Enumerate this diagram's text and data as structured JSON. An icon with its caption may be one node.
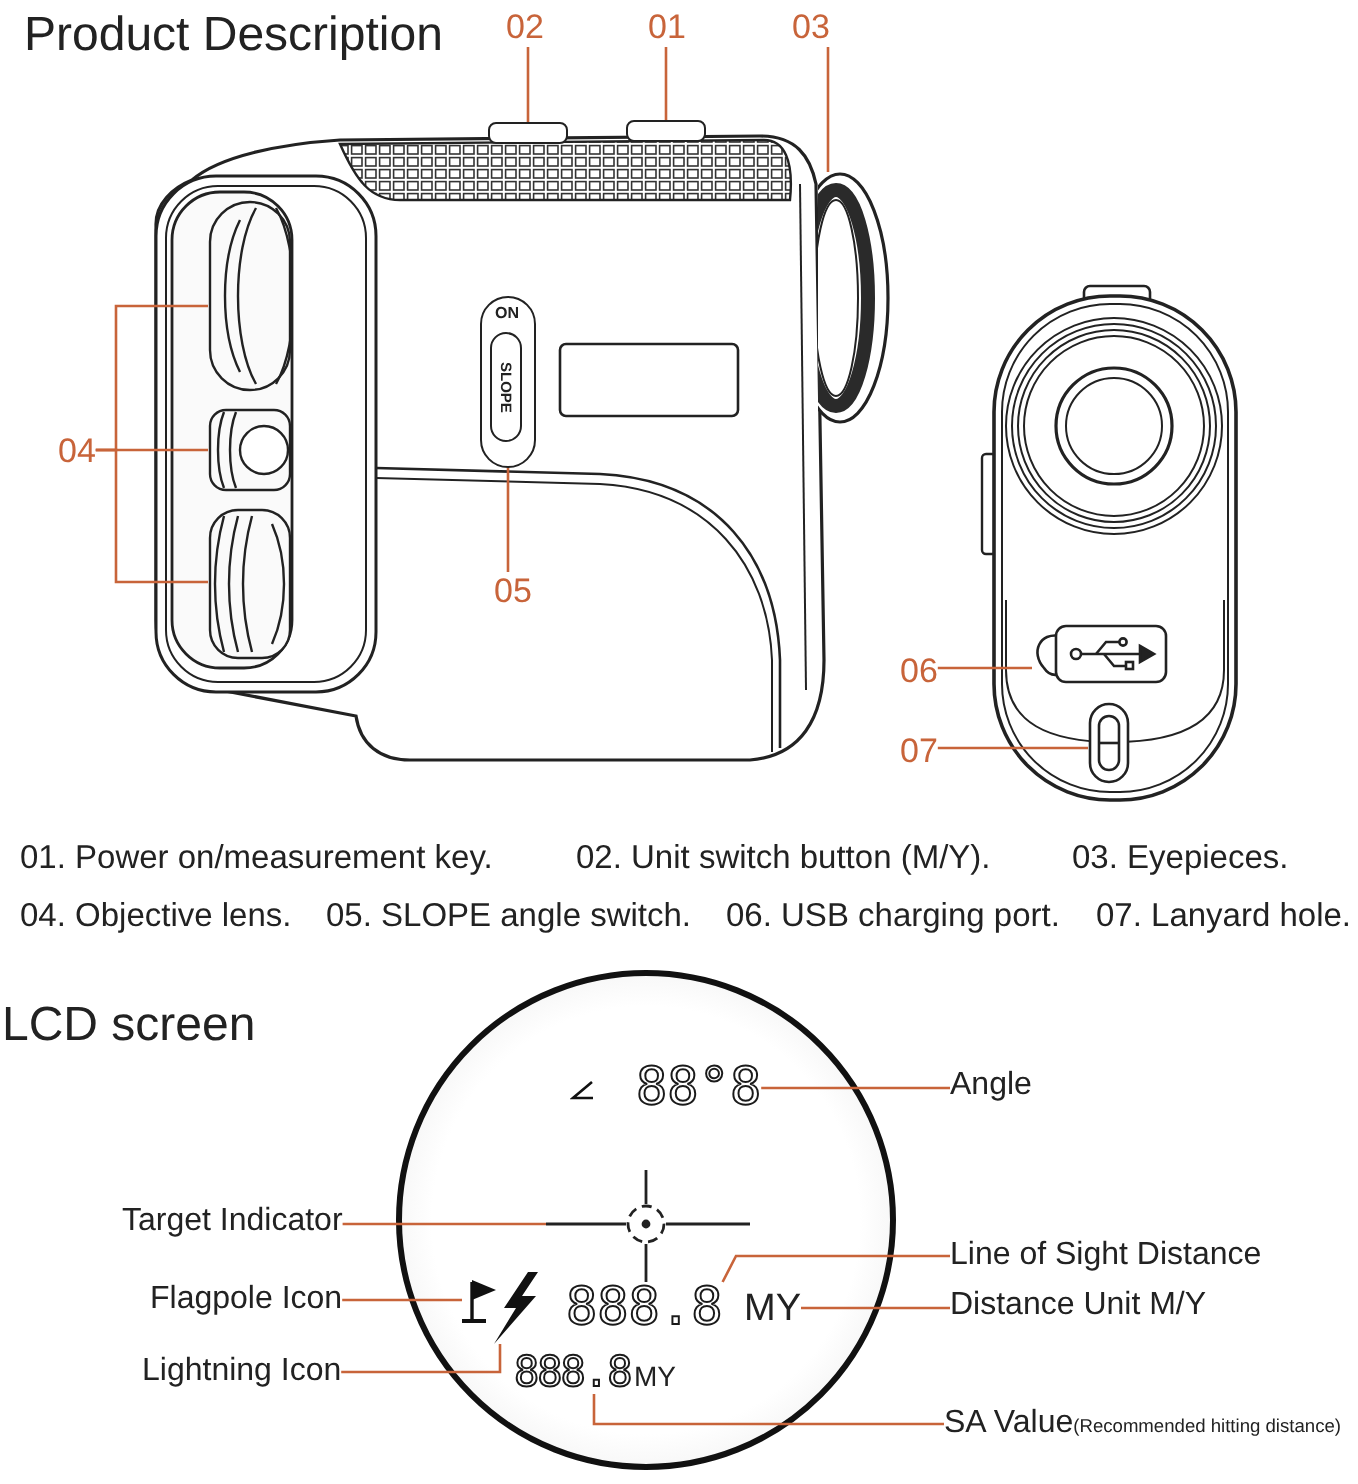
{
  "diagram": {
    "title": "Product Description",
    "nodes": [
      {
        "text": [
          "02"
        ]
      },
      {
        "text": [
          "01"
        ]
      },
      {
        "text": [
          "03"
        ]
      },
      {
        "text": [],
        "shape": "box"
      },
      {
        "text": [],
        "shape": "box"
      },
      {
        "text": [],
        "shape": "picture"
      },
      {
        "text": [
          "04"
        ]
      },
      {
        "text": [],
        "shape": "picture"
      },
      {
        "text": [],
        "shape": "picture"
      },
      {
        "text": [],
        "shape": "picture"
      },
      {
        "text": [
          "ON",
          "SLOPE"
        ]
      },
      {
        "text": [
          "05"
        ]
      },
      {
        "text": [
          "06"
        ]
      },
      {
        "text": [],
        "shape": "picture"
      },
      {
        "text": [
          "07"
        ]
      },
      {
        "text": [],
        "shape": "picture"
      },
      {
        "text": [],
        "shape": "circle"
      },
      {
        "text": [
          "88°8"
        ],
        "in": 16
      },
      {
        "text": [
          "Angle"
        ]
      },
      {
        "text": [
          "Target Indicator"
        ]
      },
      {
        "text": [],
        "shape": "picture",
        "in": 16
      },
      {
        "text": [
          "Line of Sight Distance"
        ]
      },
      {
        "text": [
          "Flagpole Icon"
        ]
      },
      {
        "text": [],
        "shape": "picture",
        "in": 16
      },
      {
        "text": [],
        "shape": "picture",
        "in": 16
      },
      {
        "text": [
          "888.8"
        ],
        "in": 16
      },
      {
        "text": [
          "MY"
        ],
        "in": 16
      },
      {
        "text": [
          "Distance Unit M/Y"
        ]
      },
      {
        "text": [
          "Lightning Icon"
        ]
      },
      {
        "text": [
          "888.8"
        ],
        "in": 16,
        "beside": [
          "MY"
        ]
      },
      {
        "text": [
          "SA Value",
          "(Recommended hitting distance)"
        ]
      }
    ],
    "edges": [
      {
        "from": 0,
        "to": 3,
        "arrow": "none"
      },
      {
        "from": 1,
        "to": 4,
        "arrow": "none"
      },
      {
        "from": 2,
        "to": 5,
        "arrow": "none"
      },
      {
        "from": 6,
        "to": 7,
        "arrow": "none"
      },
      {
        "from": 6,
        "to": 8,
        "arrow": "none"
      },
      {
        "from": 6,
        "to": 9,
        "arrow": "none"
      },
      {
        "from": 11,
        "to": 10,
        "arrow": "none"
      },
      {
        "from": 12,
        "to": 13,
        "arrow": "none"
      },
      {
        "from": 14,
        "to": 15,
        "arrow": "none"
      },
      {
        "from": 18,
        "to": 17,
        "arrow": "none"
      },
      {
        "from": 19,
        "to": 20,
        "arrow": "none"
      },
      {
        "from": 21,
        "to": 25,
        "arrow": "none"
      },
      {
        "from": 22,
        "to": 23,
        "arrow": "none"
      },
      {
        "from": 27,
        "to": 26,
        "arrow": "none"
      },
      {
        "from": 28,
        "to": 24,
        "arrow": "none"
      },
      {
        "from": 30,
        "to": 29,
        "arrow": "none"
      }
    ],
    "labels": [
      "01. Power on/measurement key.",
      "02. Unit switch button (M/Y).",
      "03. Eyepieces.",
      "04. Objective lens.",
      "05. SLOPE angle switch.",
      "06. USB charging port.",
      "07. Lanyard hole.",
      "LCD screen"
    ]
  }
}
